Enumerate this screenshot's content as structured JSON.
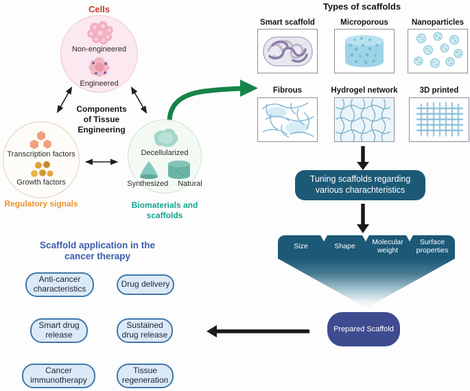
{
  "figure": {
    "cells_group": {
      "title": "Cells",
      "non_engineered": "Non-engineered",
      "engineered": "Engineered"
    },
    "components_label": "Components of Tissue Engineering",
    "regulatory_group": {
      "transcription_factors": "Transcription factors",
      "growth_factors": "Growth factors",
      "label": "Regulatory signals"
    },
    "biomaterials_group": {
      "decellularized": "Decellularized",
      "synthesized": "Synthesized",
      "natural": "Natural",
      "label": "Biomaterials and scaffolds"
    },
    "scaffold_types": {
      "title": "Types of scaffolds",
      "items": [
        {
          "label": "Smart scaffold"
        },
        {
          "label": "Microporous"
        },
        {
          "label": "Nanoparticles"
        },
        {
          "label": "Fibrous"
        },
        {
          "label": "Hydrogel network"
        },
        {
          "label": "3D printed"
        }
      ]
    },
    "tuning_box_label": "Tuning scaffolds regarding various charachteristics",
    "funnel_tabs": [
      "Size",
      "Shape",
      "Molecular weight",
      "Surface properties"
    ],
    "prepared_scaffold_label": "Prepared Scaffold",
    "applications": {
      "title": "Scaffold application in the cancer therapy",
      "pills": [
        "Anti-cancer characteristics",
        "Drug delivery",
        "Smart drug release",
        "Sustained drug release",
        "Cancer immunotherapy",
        "Tissue regeneration"
      ]
    },
    "colors": {
      "cells_title": "#c23b2e",
      "regulatory_label": "#e8922f",
      "biomaterials_label": "#13a18e",
      "applications_title": "#3a5cad",
      "tuning_box_bg": "#1c5977",
      "prepared_scaffold_bg": "#3e4b8f",
      "pill_bg": "#dceaf7",
      "pill_border": "#4077ac",
      "green_arrow": "#16834a",
      "black_arrow": "#1a1a1a"
    }
  }
}
